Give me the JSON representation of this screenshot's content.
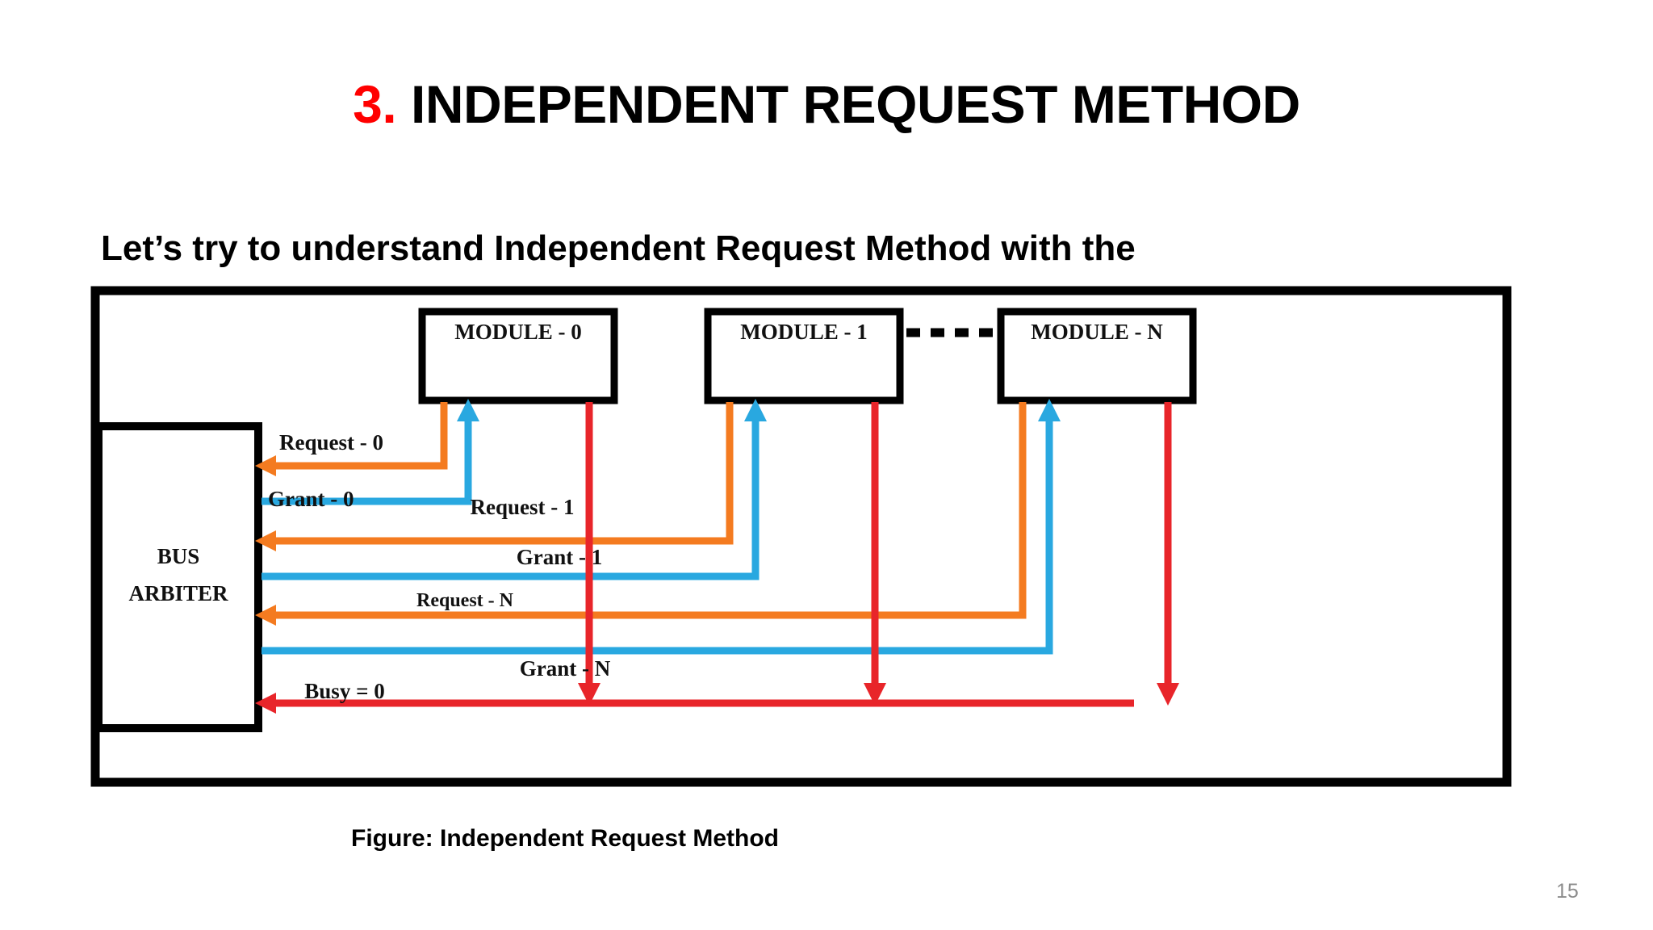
{
  "slide": {
    "title_number": "3.",
    "title_text": " INDEPENDENT REQUEST METHOD",
    "title_full": "3. INDEPENDENT REQUEST METHOD",
    "subtitle": "Let’s try to understand Independent Request Method with the",
    "caption": "Figure: Independent Request Method",
    "page_number": "15"
  },
  "colors": {
    "title_number": "#FF0000",
    "title_text": "#000000",
    "request_line": "#F47B20",
    "grant_line": "#29A8E0",
    "busy_line": "#E8252A",
    "box_border": "#000000",
    "page_number": "#8C8C8C",
    "background": "#FFFFFF"
  },
  "diagram": {
    "modules": [
      {
        "label": "MODULE - 0"
      },
      {
        "label": "MODULE - 1"
      },
      {
        "label": "MODULE - N"
      }
    ],
    "arbiter": {
      "line1": "BUS",
      "line2": "ARBITER"
    },
    "signals": [
      {
        "name": "request-0",
        "label": "Request - 0",
        "type": "request",
        "color": "#F47B20"
      },
      {
        "name": "grant-0",
        "label": "Grant - 0",
        "type": "grant",
        "color": "#29A8E0"
      },
      {
        "name": "request-1",
        "label": "Request - 1",
        "type": "request",
        "color": "#F47B20"
      },
      {
        "name": "grant-1",
        "label": "Grant - 1",
        "type": "grant",
        "color": "#29A8E0"
      },
      {
        "name": "request-n",
        "label": "Request - N",
        "type": "request",
        "color": "#F47B20"
      },
      {
        "name": "grant-n",
        "label": "Grant - N",
        "type": "grant",
        "color": "#29A8E0"
      },
      {
        "name": "busy",
        "label": "Busy = 0",
        "type": "busy",
        "color": "#E8252A"
      }
    ],
    "ellipsis": "dashed-connector"
  }
}
